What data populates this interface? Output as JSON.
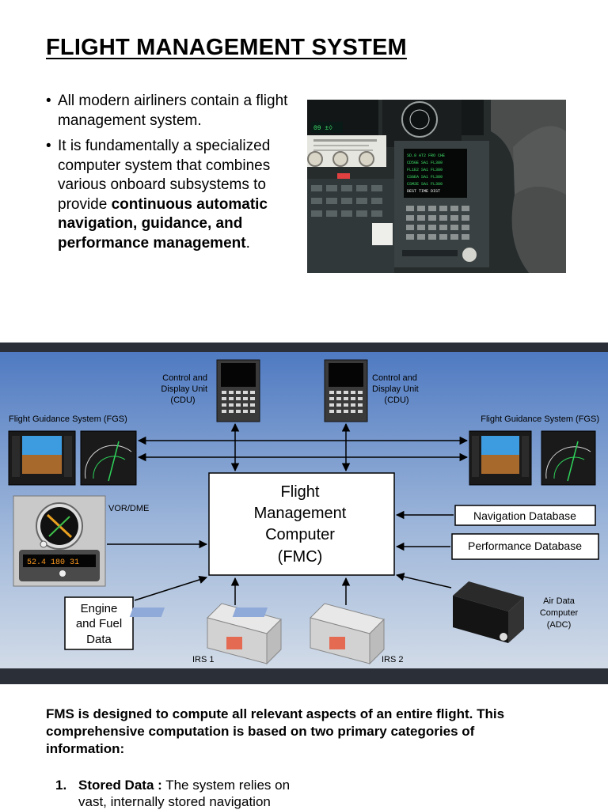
{
  "title": "FLIGHT MANAGEMENT SYSTEM",
  "bullets": {
    "b1": "All modern airliners contain a flight management system.",
    "b2_plain": "It is fundamentally a specialized computer system that combines various onboard subsystems to provide ",
    "b2_bold": "continuous automatic navigation, guidance, and performance management",
    "b2_end": "."
  },
  "diagram": {
    "fmc_line1": "Flight",
    "fmc_line2": "Management",
    "fmc_line3": "Computer",
    "fmc_line4": "(FMC)",
    "cdu_line1": "Control and",
    "cdu_line2": "Display Unit",
    "cdu_line3": "(CDU)",
    "fgs": "Flight Guidance System (FGS)",
    "vor": "VOR/DME",
    "nav_db": "Navigation Database",
    "perf_db": "Performance Database",
    "adc_line1": "Air Data",
    "adc_line2": "Computer",
    "adc_line3": "(ADC)",
    "engine_line1": "Engine",
    "engine_line2": "and Fuel",
    "engine_line3": "Data",
    "irs1": "IRS 1",
    "irs2": "IRS 2",
    "vor_readout": "52.4  180  31"
  },
  "paragraph": "FMS is designed to compute all relevant aspects of an entire flight. This comprehensive computation is based on two primary categories of information:",
  "list": {
    "num1": "1.",
    "item1_bold": "Stored Data :",
    "item1_text": " The system relies on vast, internally stored navigation"
  }
}
